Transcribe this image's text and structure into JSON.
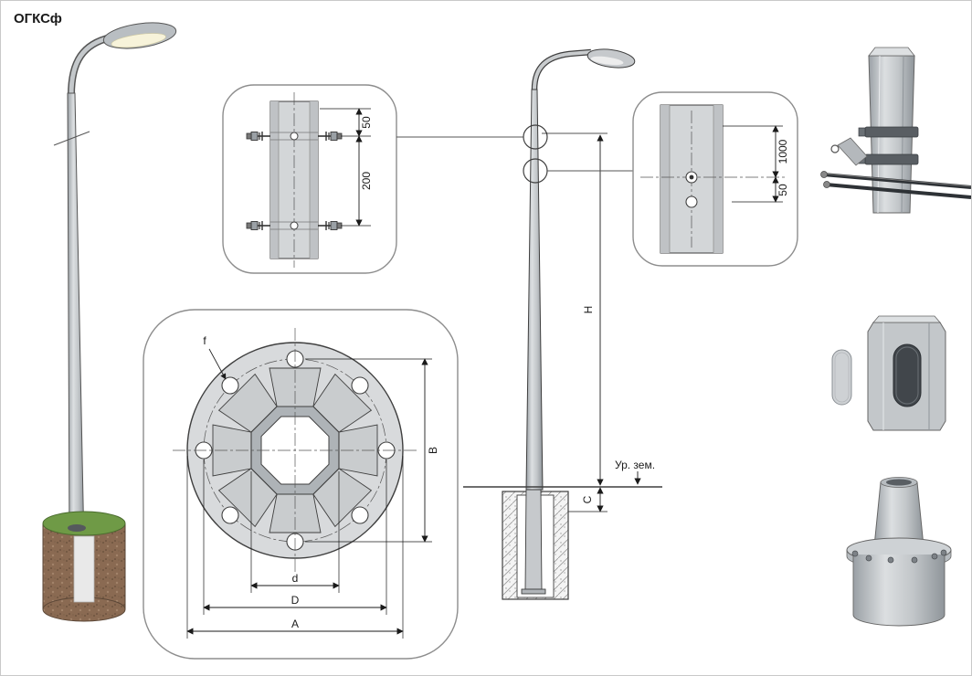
{
  "title": "ОГКСф",
  "colors": {
    "metal": "#c6c9cc",
    "metal_dark": "#8f959a",
    "grass": "#6f9a46",
    "soil": "#8a6a52",
    "line": "#1a1a1a",
    "lamp_underside": "#f7f3da"
  },
  "detail_top": {
    "dim_top": "50",
    "dim_between": "200"
  },
  "detail_right": {
    "dim_top": "1000",
    "dim_between": "50"
  },
  "flange_view": {
    "hole_label": "f",
    "bolt_span_label": "B",
    "inner_label": "d",
    "bolt_circle_label": "D",
    "outer_label": "A"
  },
  "elevation": {
    "height_label": "H",
    "embed_label": "C",
    "ground_label": "Ур. зем."
  }
}
